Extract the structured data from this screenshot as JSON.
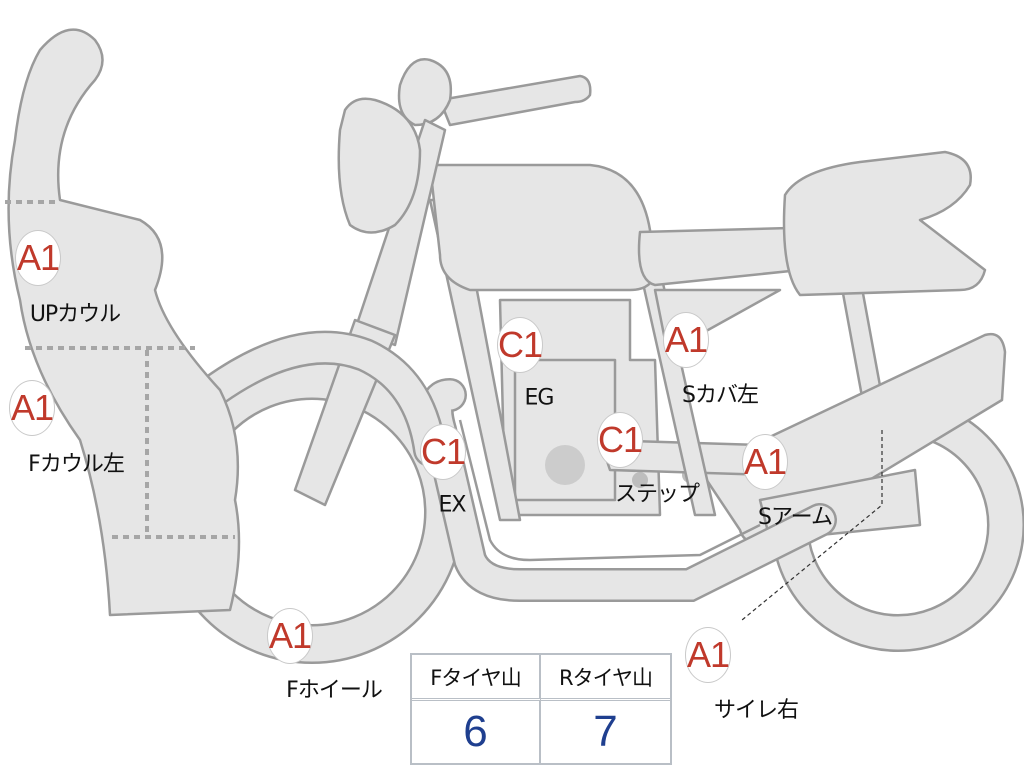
{
  "colors": {
    "a_grade": "#c0392b",
    "c_grade": "#c0392b",
    "tire_value": "#1f3f8f"
  },
  "markers": [
    {
      "id": "up-cowl",
      "grade": "A1",
      "label": "UPカウル"
    },
    {
      "id": "f-cowl-left",
      "grade": "A1",
      "label": "Fカウル左"
    },
    {
      "id": "eg",
      "grade": "C1",
      "label": "EG"
    },
    {
      "id": "ex",
      "grade": "C1",
      "label": "EX"
    },
    {
      "id": "step",
      "grade": "C1",
      "label": "ステップ"
    },
    {
      "id": "s-cover-left",
      "grade": "A1",
      "label": "Sカバ左"
    },
    {
      "id": "s-arm",
      "grade": "A1",
      "label": "Sアーム"
    },
    {
      "id": "f-wheel",
      "grade": "A1",
      "label": "Fホイール"
    },
    {
      "id": "silencer-right",
      "grade": "A1",
      "label": "サイレ右"
    }
  ],
  "tire_table": {
    "headers": [
      "Fタイヤ山",
      "Rタイヤ山"
    ],
    "values": [
      "6",
      "7"
    ]
  }
}
